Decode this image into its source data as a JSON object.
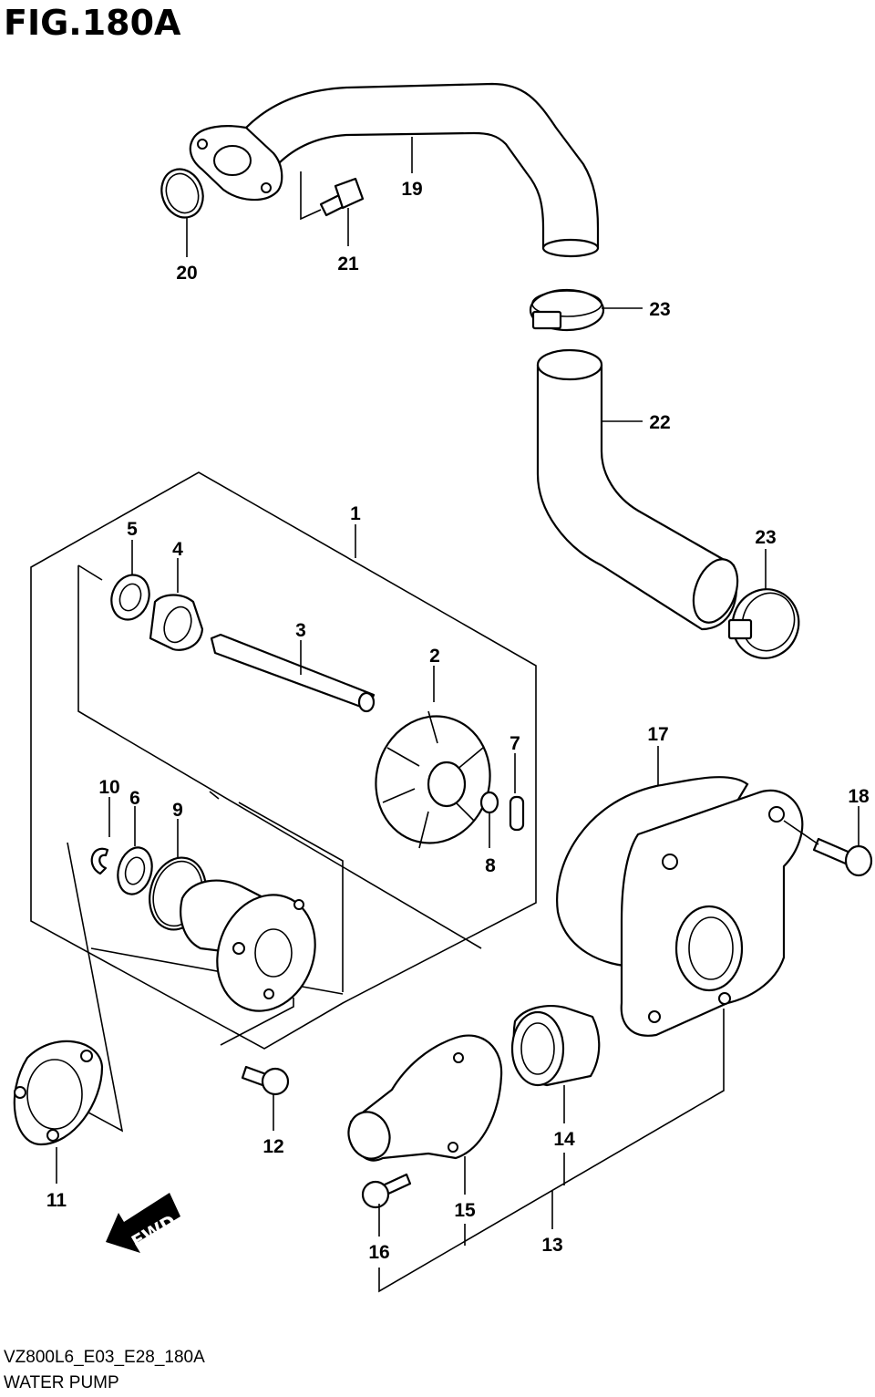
{
  "figure": {
    "title": "FIG.180A",
    "model_code": "VZ800L6_E03_E28_180A",
    "name": "WATER PUMP"
  },
  "fwd_label": "FWD",
  "callouts": [
    {
      "id": "1",
      "label": "1"
    },
    {
      "id": "2",
      "label": "2"
    },
    {
      "id": "3",
      "label": "3"
    },
    {
      "id": "4",
      "label": "4"
    },
    {
      "id": "5",
      "label": "5"
    },
    {
      "id": "6",
      "label": "6"
    },
    {
      "id": "7",
      "label": "7"
    },
    {
      "id": "8",
      "label": "8"
    },
    {
      "id": "9",
      "label": "9"
    },
    {
      "id": "10",
      "label": "10"
    },
    {
      "id": "11",
      "label": "11"
    },
    {
      "id": "12",
      "label": "12"
    },
    {
      "id": "13",
      "label": "13"
    },
    {
      "id": "14",
      "label": "14"
    },
    {
      "id": "15",
      "label": "15"
    },
    {
      "id": "16",
      "label": "16"
    },
    {
      "id": "17",
      "label": "17"
    },
    {
      "id": "18",
      "label": "18"
    },
    {
      "id": "19",
      "label": "19"
    },
    {
      "id": "20",
      "label": "20"
    },
    {
      "id": "21",
      "label": "21"
    },
    {
      "id": "22",
      "label": "22"
    },
    {
      "id": "23a",
      "label": "23"
    },
    {
      "id": "23b",
      "label": "23"
    }
  ]
}
